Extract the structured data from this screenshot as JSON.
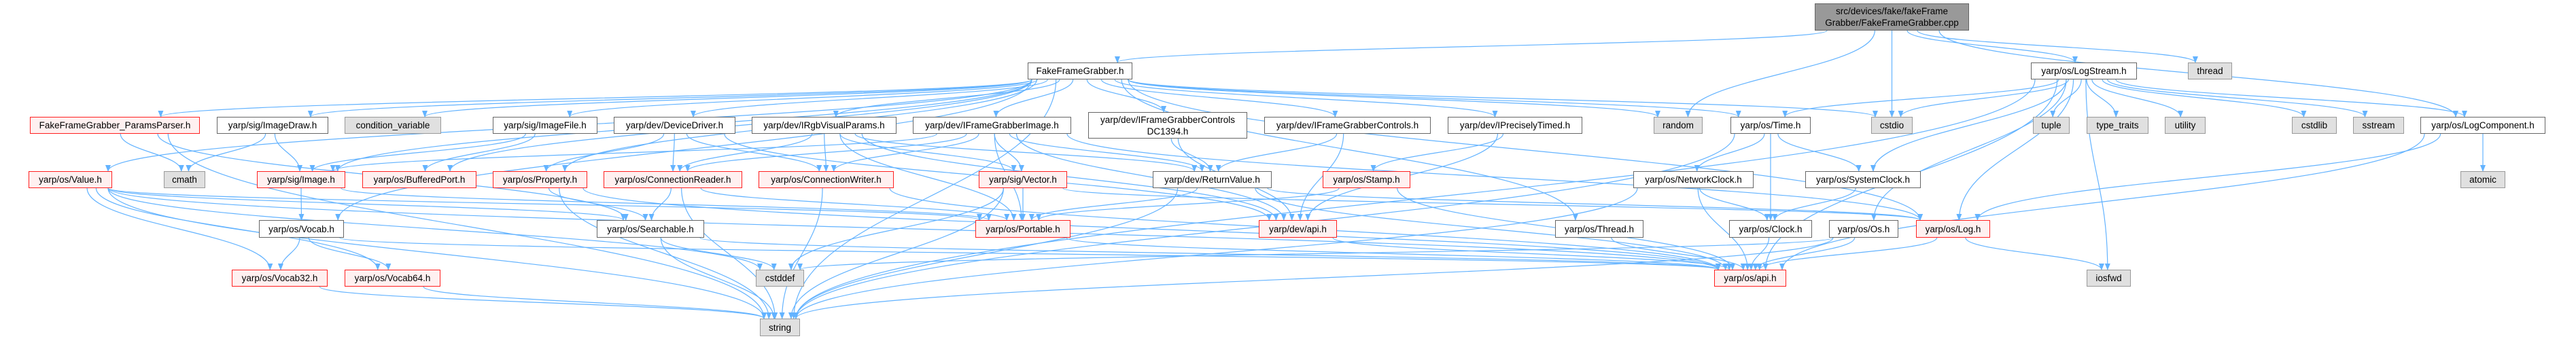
{
  "colors": {
    "edge": "#63b3ff",
    "red_border": "#ff2020",
    "red_fill": "#fff0f0",
    "gray_fill": "#e0e0e0",
    "root_fill": "#999999"
  },
  "nodes": {
    "src": {
      "label": "src/devices/fake/fakeFrame\nGrabber/FakeFrameGrabber.cpp",
      "kind": "root"
    },
    "ffg": {
      "label": "FakeFrameGrabber.h",
      "kind": "white"
    },
    "logstream": {
      "label": "yarp/os/LogStream.h",
      "kind": "white"
    },
    "thread": {
      "label": "thread",
      "kind": "gray"
    },
    "params": {
      "label": "FakeFrameGrabber_ParamsParser.h",
      "kind": "red"
    },
    "imagedraw": {
      "label": "yarp/sig/ImageDraw.h",
      "kind": "white"
    },
    "condvar": {
      "label": "condition_variable",
      "kind": "gray"
    },
    "imagefile": {
      "label": "yarp/sig/ImageFile.h",
      "kind": "white"
    },
    "devicedriver": {
      "label": "yarp/dev/DeviceDriver.h",
      "kind": "white"
    },
    "rgbvisual": {
      "label": "yarp/dev/IRgbVisualParams.h",
      "kind": "white"
    },
    "fgimage": {
      "label": "yarp/dev/IFrameGrabberImage.h",
      "kind": "white"
    },
    "dc1394": {
      "label": "yarp/dev/IFrameGrabberControls\nDC1394.h",
      "kind": "white"
    },
    "fgcontrols": {
      "label": "yarp/dev/IFrameGrabberControls.h",
      "kind": "white"
    },
    "precisely": {
      "label": "yarp/dev/IPreciselyTimed.h",
      "kind": "white"
    },
    "random": {
      "label": "random",
      "kind": "gray"
    },
    "time": {
      "label": "yarp/os/Time.h",
      "kind": "white"
    },
    "cstdio": {
      "label": "cstdio",
      "kind": "gray"
    },
    "tuple": {
      "label": "tuple",
      "kind": "gray"
    },
    "typetraits": {
      "label": "type_traits",
      "kind": "gray"
    },
    "utility": {
      "label": "utility",
      "kind": "gray"
    },
    "cstdlib": {
      "label": "cstdlib",
      "kind": "gray"
    },
    "sstream": {
      "label": "sstream",
      "kind": "gray"
    },
    "logcomponent": {
      "label": "yarp/os/LogComponent.h",
      "kind": "white"
    },
    "value": {
      "label": "yarp/os/Value.h",
      "kind": "red"
    },
    "cmath": {
      "label": "cmath",
      "kind": "gray"
    },
    "image": {
      "label": "yarp/sig/Image.h",
      "kind": "red"
    },
    "bufferedport": {
      "label": "yarp/os/BufferedPort.h",
      "kind": "red"
    },
    "property": {
      "label": "yarp/os/Property.h",
      "kind": "red"
    },
    "connreader": {
      "label": "yarp/os/ConnectionReader.h",
      "kind": "red"
    },
    "connwriter": {
      "label": "yarp/os/ConnectionWriter.h",
      "kind": "red"
    },
    "vector": {
      "label": "yarp/sig/Vector.h",
      "kind": "red"
    },
    "returnvalue": {
      "label": "yarp/dev/ReturnValue.h",
      "kind": "white"
    },
    "stamp": {
      "label": "yarp/os/Stamp.h",
      "kind": "red"
    },
    "networkclock": {
      "label": "yarp/os/NetworkClock.h",
      "kind": "white"
    },
    "systemclock": {
      "label": "yarp/os/SystemClock.h",
      "kind": "white"
    },
    "atomic": {
      "label": "atomic",
      "kind": "gray"
    },
    "vocab": {
      "label": "yarp/os/Vocab.h",
      "kind": "white"
    },
    "searchable": {
      "label": "yarp/os/Searchable.h",
      "kind": "white"
    },
    "portable": {
      "label": "yarp/os/Portable.h",
      "kind": "red"
    },
    "devapi": {
      "label": "yarp/dev/api.h",
      "kind": "red"
    },
    "threadh": {
      "label": "yarp/os/Thread.h",
      "kind": "white"
    },
    "clock": {
      "label": "yarp/os/Clock.h",
      "kind": "white"
    },
    "os": {
      "label": "yarp/os/Os.h",
      "kind": "white"
    },
    "log": {
      "label": "yarp/os/Log.h",
      "kind": "red"
    },
    "vocab32": {
      "label": "yarp/os/Vocab32.h",
      "kind": "red"
    },
    "vocab64": {
      "label": "yarp/os/Vocab64.h",
      "kind": "red"
    },
    "cstddef": {
      "label": "cstddef",
      "kind": "gray"
    },
    "osapi": {
      "label": "yarp/os/api.h",
      "kind": "red"
    },
    "iosfwd": {
      "label": "iosfwd",
      "kind": "gray"
    },
    "string": {
      "label": "string",
      "kind": "gray"
    }
  },
  "edges": [
    [
      "src",
      "ffg"
    ],
    [
      "src",
      "random"
    ],
    [
      "src",
      "cstdio"
    ],
    [
      "src",
      "logstream"
    ],
    [
      "src",
      "thread"
    ],
    [
      "src",
      "logcomponent"
    ],
    [
      "ffg",
      "params"
    ],
    [
      "ffg",
      "imagedraw"
    ],
    [
      "ffg",
      "condvar"
    ],
    [
      "ffg",
      "imagefile"
    ],
    [
      "ffg",
      "devicedriver"
    ],
    [
      "ffg",
      "rgbvisual"
    ],
    [
      "ffg",
      "fgimage"
    ],
    [
      "ffg",
      "dc1394"
    ],
    [
      "ffg",
      "fgcontrols"
    ],
    [
      "ffg",
      "precisely"
    ],
    [
      "ffg",
      "random"
    ],
    [
      "ffg",
      "time"
    ],
    [
      "ffg",
      "cstdio"
    ],
    [
      "ffg",
      "threadh"
    ],
    [
      "ffg",
      "value"
    ],
    [
      "ffg",
      "vocab"
    ],
    [
      "ffg",
      "image"
    ],
    [
      "ffg",
      "bufferedport"
    ],
    [
      "ffg",
      "property"
    ],
    [
      "ffg",
      "log"
    ],
    [
      "ffg",
      "string"
    ],
    [
      "params",
      "cmath"
    ],
    [
      "params",
      "string"
    ],
    [
      "params",
      "searchable"
    ],
    [
      "imagedraw",
      "cmath"
    ],
    [
      "imagedraw",
      "image"
    ],
    [
      "imagefile",
      "image"
    ],
    [
      "imagefile",
      "bufferedport"
    ],
    [
      "image",
      "vocab"
    ],
    [
      "image",
      "portable"
    ],
    [
      "devicedriver",
      "property"
    ],
    [
      "devicedriver",
      "connreader"
    ],
    [
      "devicedriver",
      "connwriter"
    ],
    [
      "devicedriver",
      "devapi"
    ],
    [
      "rgbvisual",
      "connreader"
    ],
    [
      "rgbvisual",
      "connwriter"
    ],
    [
      "rgbvisual",
      "vector"
    ],
    [
      "rgbvisual",
      "portable"
    ],
    [
      "rgbvisual",
      "returnvalue"
    ],
    [
      "rgbvisual",
      "devapi"
    ],
    [
      "fgimage",
      "image"
    ],
    [
      "fgimage",
      "connreader"
    ],
    [
      "fgimage",
      "connwriter"
    ],
    [
      "fgimage",
      "vector"
    ],
    [
      "fgimage",
      "portable"
    ],
    [
      "fgimage",
      "returnvalue"
    ],
    [
      "fgimage",
      "devapi"
    ],
    [
      "fgimage",
      "log"
    ],
    [
      "dc1394",
      "returnvalue"
    ],
    [
      "dc1394",
      "devapi"
    ],
    [
      "fgcontrols",
      "returnvalue"
    ],
    [
      "fgcontrols",
      "devapi"
    ],
    [
      "precisely",
      "stamp"
    ],
    [
      "precisely",
      "devapi"
    ],
    [
      "value",
      "vocab32"
    ],
    [
      "value",
      "vocab64"
    ],
    [
      "value",
      "string"
    ],
    [
      "value",
      "searchable"
    ],
    [
      "value",
      "portable"
    ],
    [
      "value",
      "cstddef"
    ],
    [
      "value",
      "osapi"
    ],
    [
      "vocab",
      "vocab32"
    ],
    [
      "vocab",
      "vocab64"
    ],
    [
      "vocab",
      "osapi"
    ],
    [
      "vocab32",
      "string"
    ],
    [
      "vocab64",
      "string"
    ],
    [
      "property",
      "searchable"
    ],
    [
      "property",
      "string"
    ],
    [
      "property",
      "osapi"
    ],
    [
      "connreader",
      "searchable"
    ],
    [
      "connreader",
      "string"
    ],
    [
      "connreader",
      "portable"
    ],
    [
      "connwriter",
      "string"
    ],
    [
      "connwriter",
      "osapi"
    ],
    [
      "searchable",
      "cstddef"
    ],
    [
      "searchable",
      "string"
    ],
    [
      "searchable",
      "osapi"
    ],
    [
      "portable",
      "osapi"
    ],
    [
      "stamp",
      "portable"
    ],
    [
      "stamp",
      "osapi"
    ],
    [
      "vector",
      "portable"
    ],
    [
      "vector",
      "cstddef"
    ],
    [
      "vector",
      "string"
    ],
    [
      "vector",
      "log"
    ],
    [
      "returnvalue",
      "portable"
    ],
    [
      "returnvalue",
      "log"
    ],
    [
      "returnvalue",
      "string"
    ],
    [
      "returnvalue",
      "osapi"
    ],
    [
      "devapi",
      "osapi"
    ],
    [
      "time",
      "networkclock"
    ],
    [
      "time",
      "clock"
    ],
    [
      "time",
      "systemclock"
    ],
    [
      "time",
      "string"
    ],
    [
      "networkclock",
      "clock"
    ],
    [
      "networkclock",
      "osapi"
    ],
    [
      "networkclock",
      "string"
    ],
    [
      "systemclock",
      "clock"
    ],
    [
      "clock",
      "osapi"
    ],
    [
      "os",
      "osapi"
    ],
    [
      "os",
      "string"
    ],
    [
      "os",
      "cstddef"
    ],
    [
      "threadh",
      "osapi"
    ],
    [
      "log",
      "osapi"
    ],
    [
      "log",
      "iosfwd"
    ],
    [
      "logstream",
      "time"
    ],
    [
      "logstream",
      "cstdio"
    ],
    [
      "logstream",
      "tuple"
    ],
    [
      "logstream",
      "typetraits"
    ],
    [
      "logstream",
      "utility"
    ],
    [
      "logstream",
      "cstdlib"
    ],
    [
      "logstream",
      "sstream"
    ],
    [
      "logstream",
      "logcomponent"
    ],
    [
      "logstream",
      "log"
    ],
    [
      "logstream",
      "osapi"
    ],
    [
      "logstream",
      "iosfwd"
    ],
    [
      "logstream",
      "os"
    ],
    [
      "logstream",
      "systemclock"
    ],
    [
      "logstream",
      "string"
    ],
    [
      "logcomponent",
      "atomic"
    ],
    [
      "logcomponent",
      "log"
    ],
    [
      "logcomponent",
      "osapi"
    ]
  ]
}
